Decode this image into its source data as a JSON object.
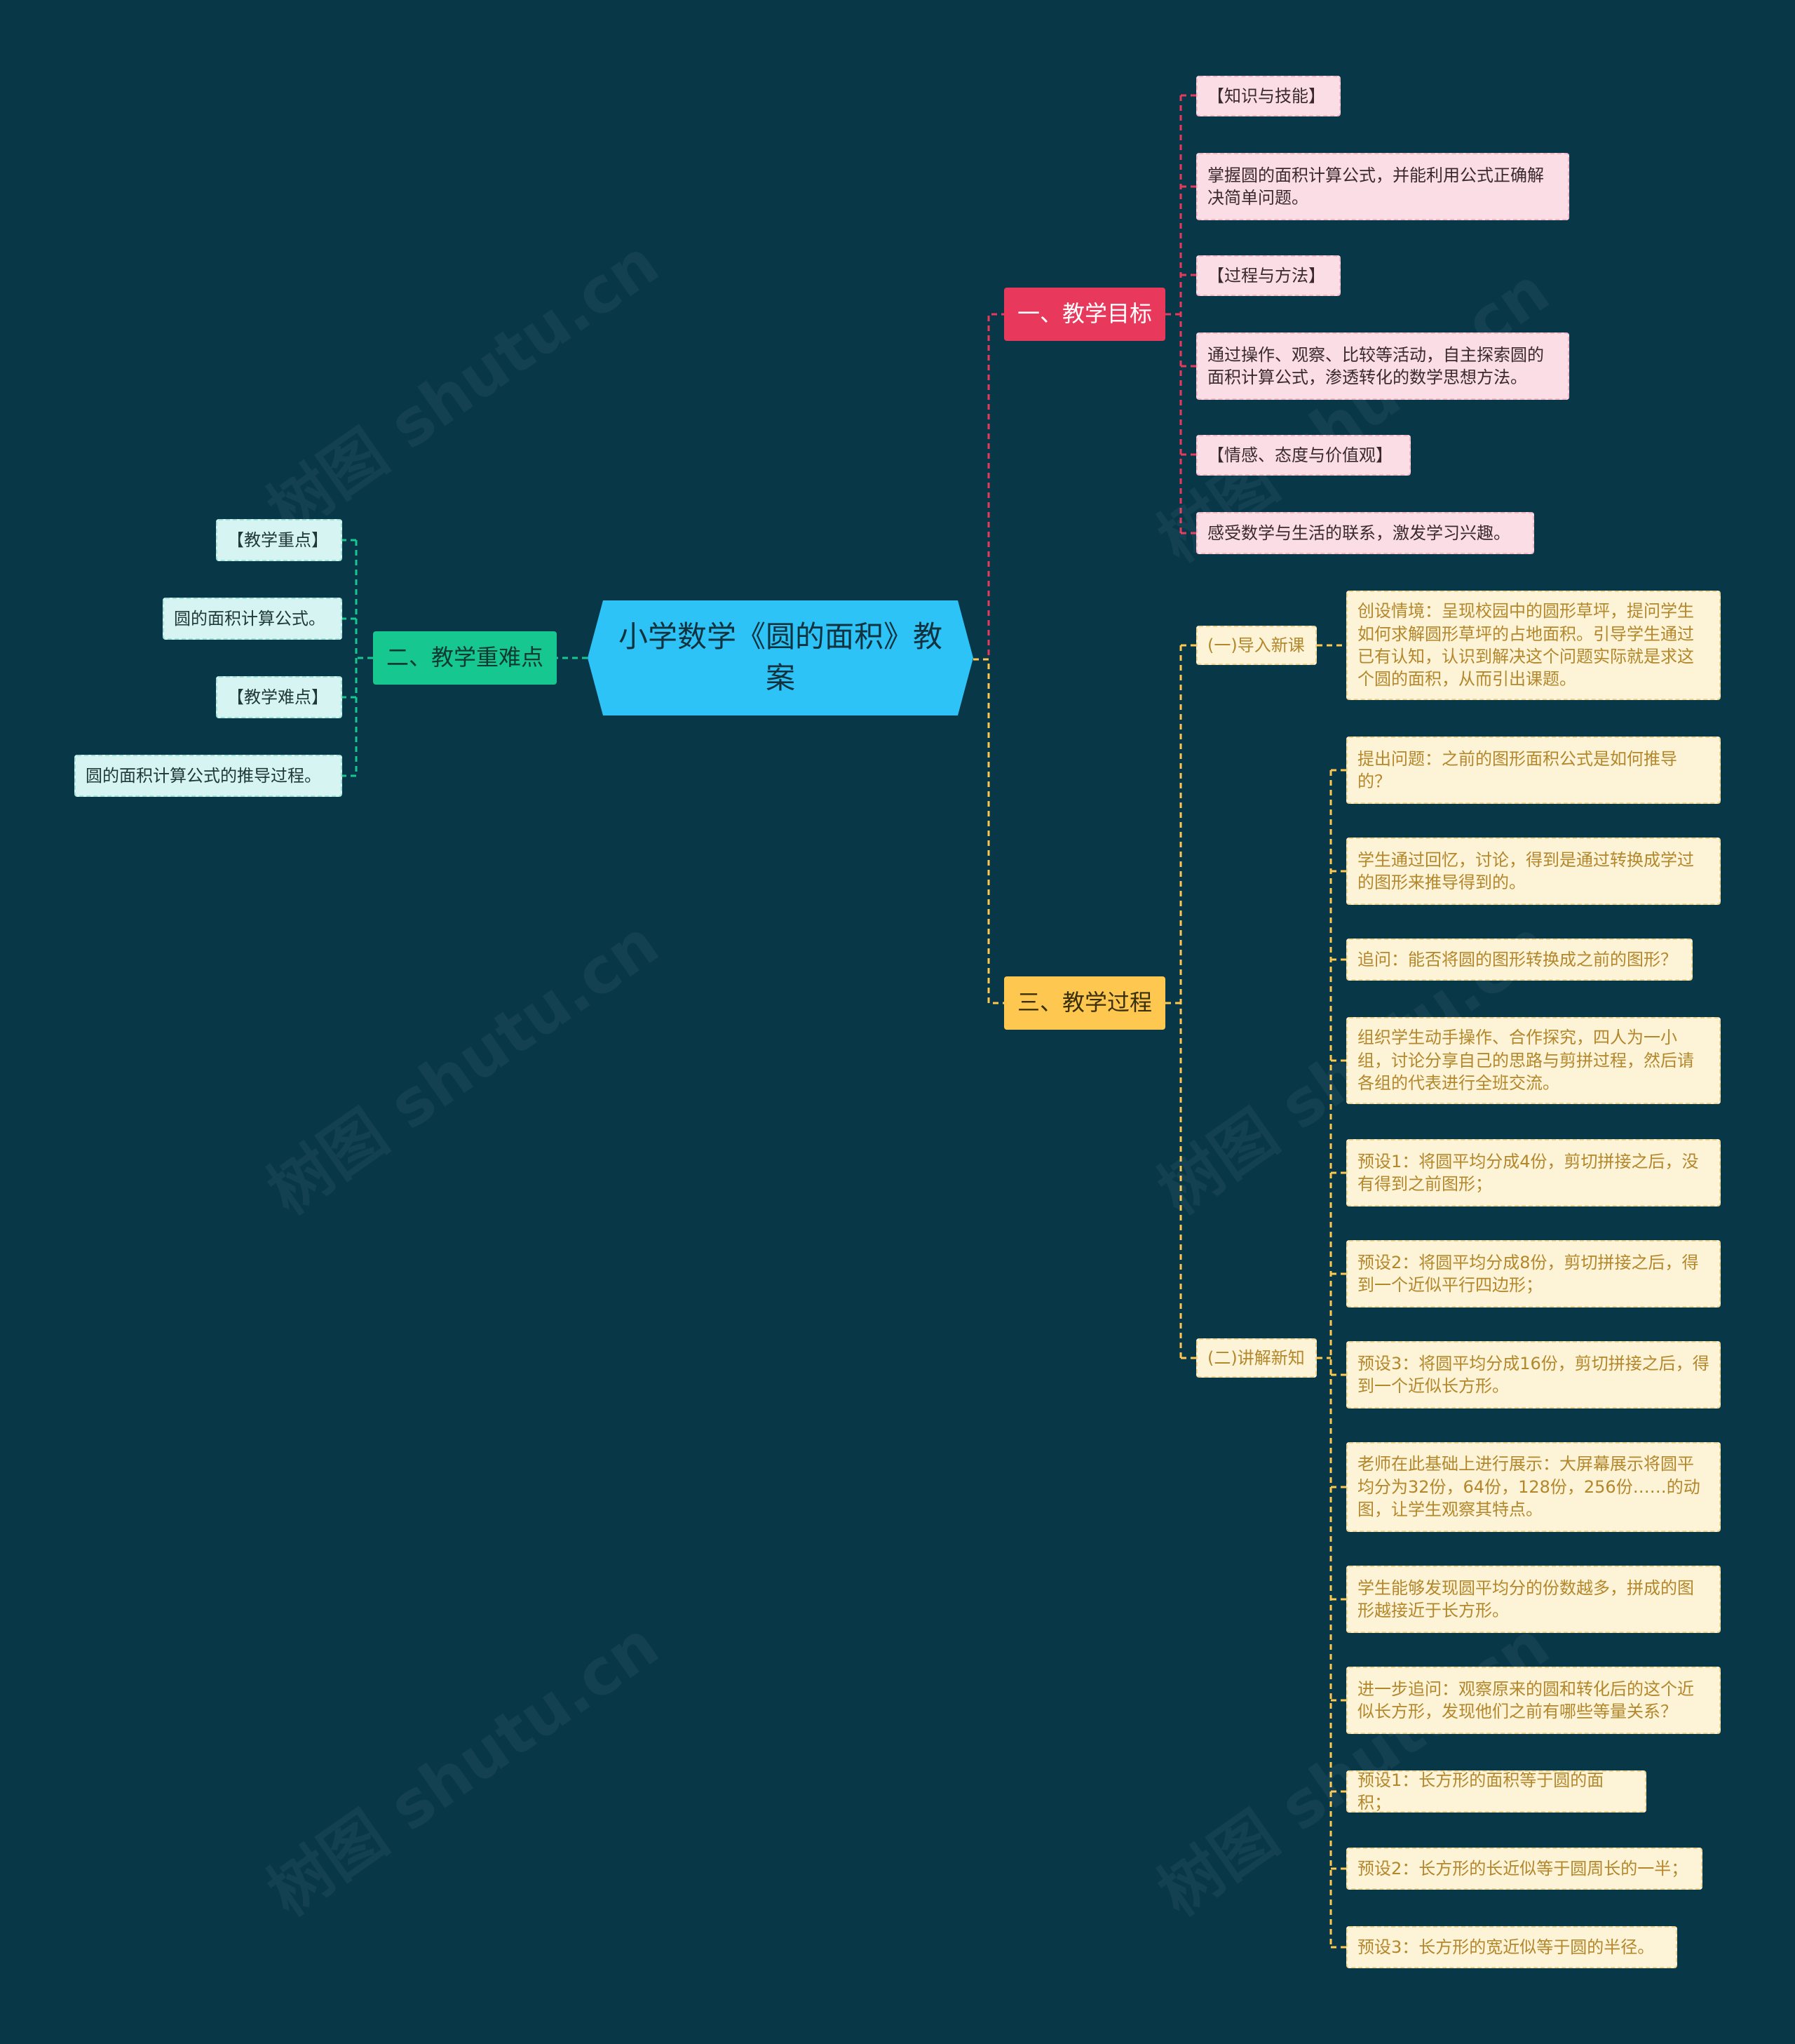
{
  "root": "小学数学《圆的面积》教案",
  "branch1": {
    "label": "一、教学目标",
    "items": [
      "【知识与技能】",
      "掌握圆的面积计算公式，并能利用公式正确解决简单问题。",
      "【过程与方法】",
      "通过操作、观察、比较等活动，自主探索圆的面积计算公式，渗透转化的数学思想方法。",
      "【情感、态度与价值观】",
      "感受数学与生活的联系，激发学习兴趣。"
    ]
  },
  "branch2": {
    "label": "二、教学重难点",
    "items": [
      "【教学重点】",
      "圆的面积计算公式。",
      "【教学难点】",
      "圆的面积计算公式的推导过程。"
    ]
  },
  "branch3": {
    "label": "三、教学过程",
    "sub1": {
      "label": "(一)导入新课",
      "items": [
        "创设情境：呈现校园中的圆形草坪，提问学生如何求解圆形草坪的占地面积。引导学生通过已有认知，认识到解决这个问题实际就是求这个圆的面积，从而引出课题。"
      ]
    },
    "sub2": {
      "label": "(二)讲解新知",
      "items": [
        "提出问题：之前的图形面积公式是如何推导的？",
        "学生通过回忆，讨论，得到是通过转换成学过的图形来推导得到的。",
        "追问：能否将圆的图形转换成之前的图形？",
        "组织学生动手操作、合作探究，四人为一小组，讨论分享自己的思路与剪拼过程，然后请各组的代表进行全班交流。",
        "预设1：将圆平均分成4份，剪切拼接之后，没有得到之前图形；",
        "预设2：将圆平均分成8份，剪切拼接之后，得到一个近似平行四边形；",
        "预设3：将圆平均分成16份，剪切拼接之后，得到一个近似长方形。",
        "老师在此基础上进行展示：大屏幕展示将圆平均分为32份，64份，128份，256份……的动图，让学生观察其特点。",
        "学生能够发现圆平均分的份数越多，拼成的图形越接近于长方形。",
        "进一步追问：观察原来的圆和转化后的这个近似长方形，发现他们之前有哪些等量关系？",
        "预设1：长方形的面积等于圆的面积；",
        "预设2：长方形的长近似等于圆周长的一半；",
        "预设3：长方形的宽近似等于圆的半径。"
      ]
    }
  },
  "colors": {
    "background": "#083748",
    "root": "#2ec3f6",
    "branch1": "#e8385c",
    "branch2": "#17c790",
    "branch3": "#fec750",
    "leaf_pink": "#fadde5",
    "leaf_teal": "#d6f5f2",
    "leaf_cream": "#fdf3d6"
  }
}
